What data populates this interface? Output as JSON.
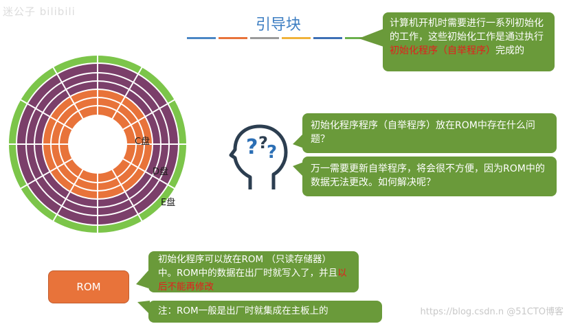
{
  "watermark_tl": "迷公子 bilibili",
  "watermark_br": "https://blog.csdn.n @51CTO博客",
  "title": "引导块",
  "colors": {
    "title": "#3d7ec2",
    "bubble": "#6a9a3a",
    "rom": "#e8733a",
    "disk_green": "#7cc54a",
    "disk_purple": "#7b3f6a",
    "disk_orange": "#e8733a",
    "accent_red": "#e51d1d"
  },
  "title_bar_colors": [
    "#4a86c5",
    "#e8733a",
    "#9a9a9a",
    "#f0b23a",
    "#3d6fb5",
    "#6ab04c"
  ],
  "bubble_top": {
    "pre": "计算机开机时需要进行一系列初始化的工作，这些初始化工作是通过执行",
    "red": "初始化程序（自举程序）",
    "post": "完成的"
  },
  "disk_labels": {
    "c": "C盘",
    "d": "D盘",
    "e": "E盘"
  },
  "question1": "初始化程序程序（自举程序）放在ROM中存在什么问题？",
  "question2": "万一需要更新自举程序，将会很不方便，因为ROM中的数据无法更改。如何解决呢？",
  "head_icon": "thinking-head-question-icon",
  "rom_label": "ROM",
  "rom_note": {
    "pre": "初始化程序可以放在ROM （只读存储器）中。ROM中的数据在出厂时就写入了，并且",
    "red": "以后不能再修改"
  },
  "rom_footnote": "注：ROM一般是出厂时就集成在主板上的"
}
